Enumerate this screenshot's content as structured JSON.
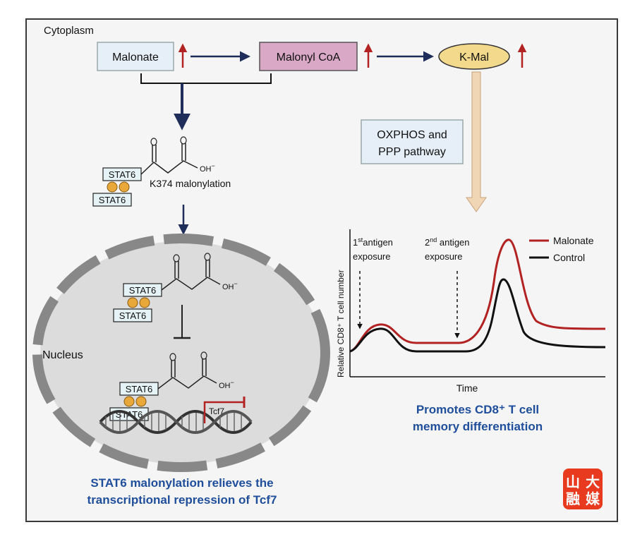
{
  "cytoplasm_label": "Cytoplasm",
  "nucleus_label": "Nucleus",
  "malonate_box": "Malonate",
  "malonyl_coa_box": "Malonyl CoA",
  "kmal_label": "K-Mal",
  "oxphos_line1": "OXPHOS and",
  "oxphos_line2": "PPP pathway",
  "stat6_label": "STAT6",
  "k374_label": "K374 malonylation",
  "oh_label": "OH",
  "tcf7_label": "Tcf7",
  "caption_left_line1": "STAT6 malonylation relieves the",
  "caption_left_line2": "transcriptional repression of Tcf7",
  "caption_right_line1": "Promotes CD8⁺ T cell",
  "caption_right_line2": "memory differentiation",
  "watermark_chars": [
    "山",
    "大",
    "融",
    "媒"
  ],
  "colors": {
    "up_arrow": "#b22222",
    "dark_arrow": "#1f2d5a",
    "malonate_color": "#b22222",
    "control_color": "#111111",
    "caption_blue": "#1f4e9c",
    "kmal_fill": "#f3d98b",
    "malonyl_fill": "#d9a8c6",
    "malonate_fill": "#e6eef8"
  },
  "chart_data": {
    "type": "line",
    "xlabel": "Time",
    "ylabel": "Relative CD8⁺ T cell number",
    "annotations": [
      "1st antigen exposure",
      "2nd antigen exposure"
    ],
    "legend_position": "top-right",
    "series": [
      {
        "name": "Malonate",
        "color": "#b22222",
        "x": [
          0,
          0.08,
          0.16,
          0.24,
          0.4,
          0.52,
          0.58,
          0.64,
          0.7,
          0.8,
          1.0
        ],
        "y": [
          0.15,
          0.28,
          0.2,
          0.18,
          0.18,
          0.25,
          0.85,
          0.75,
          0.4,
          0.3,
          0.3
        ]
      },
      {
        "name": "Control",
        "color": "#111111",
        "x": [
          0,
          0.08,
          0.16,
          0.24,
          0.4,
          0.52,
          0.58,
          0.64,
          0.7,
          0.8,
          1.0
        ],
        "y": [
          0.15,
          0.25,
          0.12,
          0.1,
          0.1,
          0.16,
          0.65,
          0.55,
          0.25,
          0.18,
          0.18
        ]
      }
    ]
  }
}
